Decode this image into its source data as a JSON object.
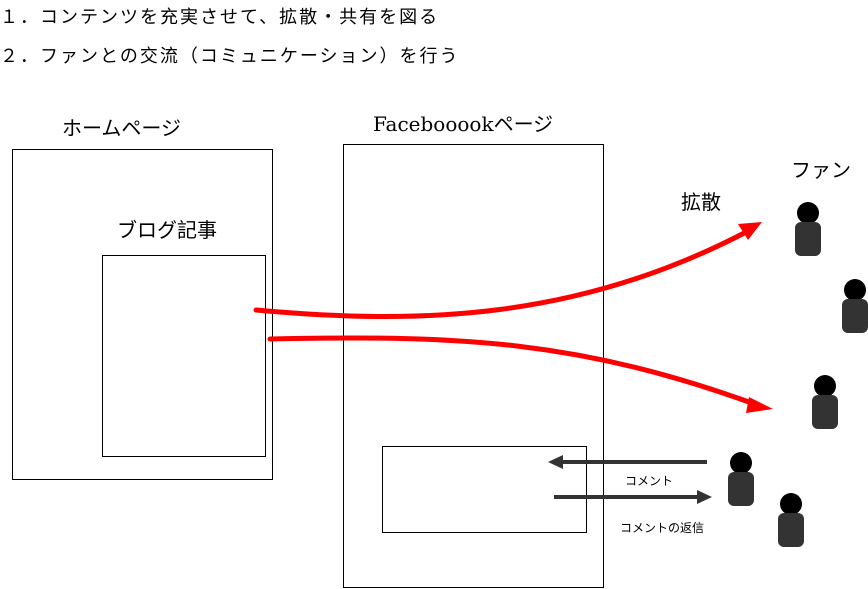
{
  "goals": [
    "１．コンテンツを充実させて、拡散・共有を図る",
    "２．ファンとの交流（コミュニケーション）を行う"
  ],
  "homepage": {
    "label": "ホームページ",
    "blog_label": "ブログ記事"
  },
  "facebook": {
    "label": "Facebooookページ"
  },
  "fans": {
    "label": "ファン"
  },
  "spread": {
    "label": "拡散"
  },
  "arrows": {
    "comment": "コメント",
    "reply": "コメントの返信"
  },
  "colors": {
    "spread_arrow": "#ff0000",
    "comment_arrow": "#333333",
    "person": "#333333",
    "person_head": "#000000"
  },
  "icons": {
    "person": "person-icon"
  }
}
